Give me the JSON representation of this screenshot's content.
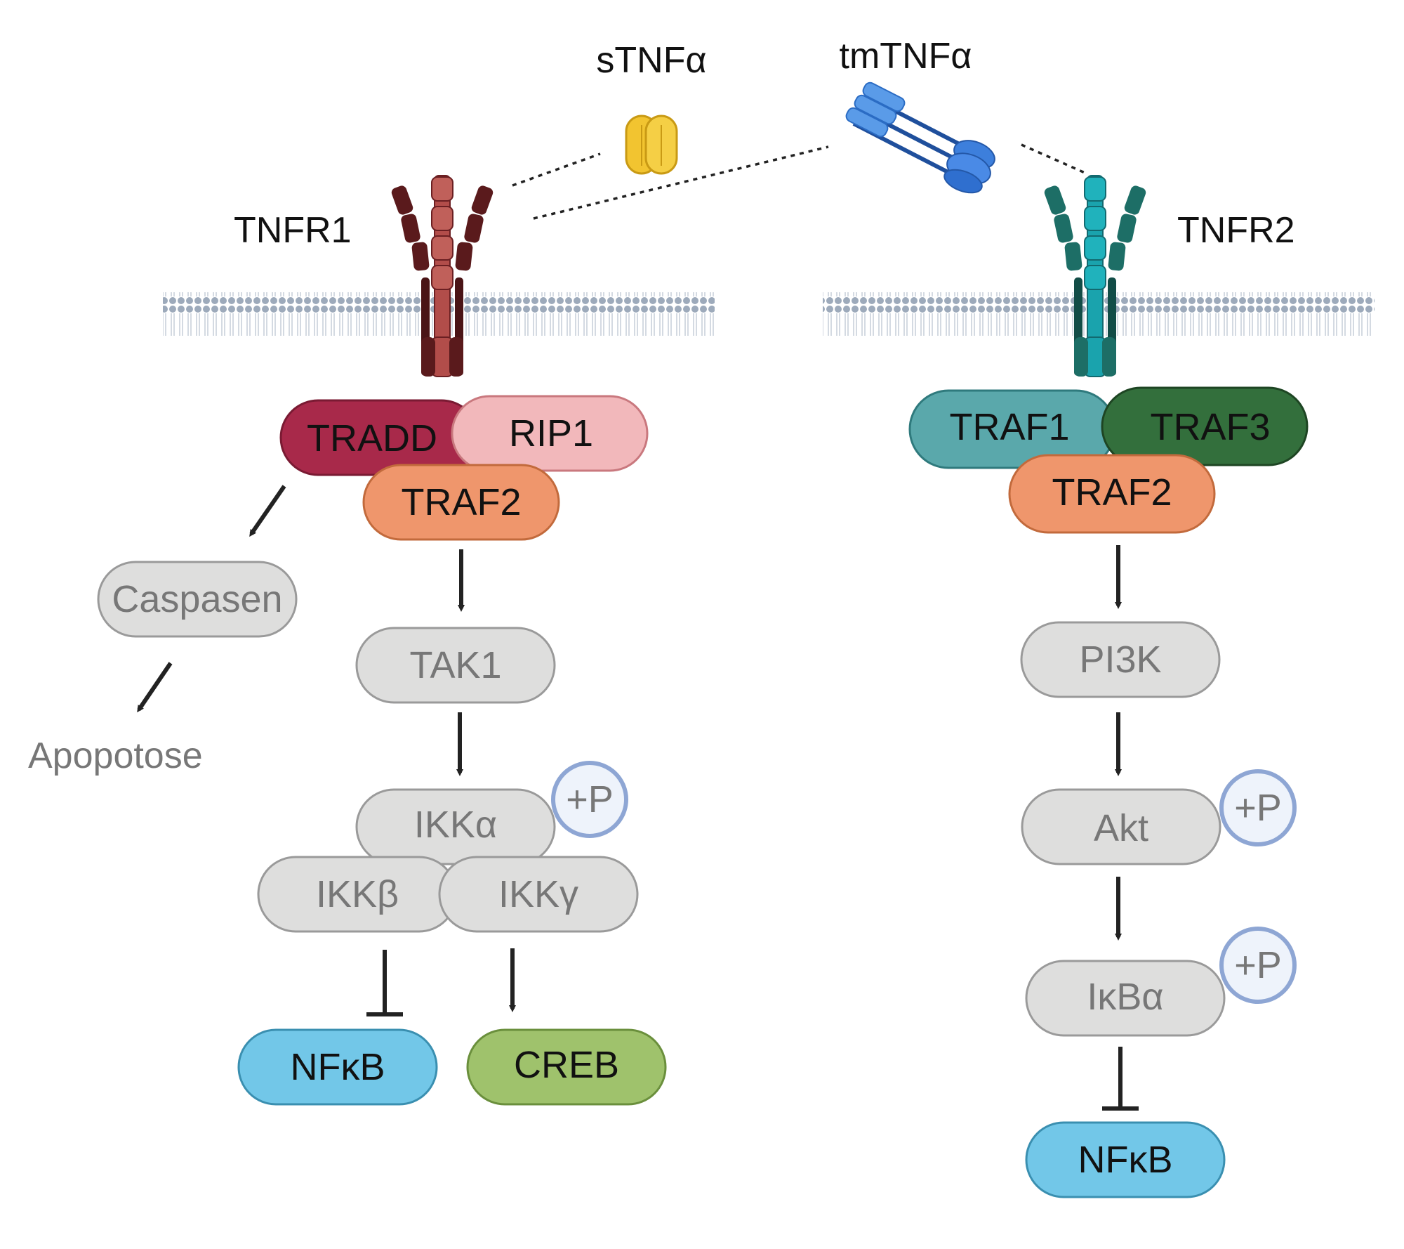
{
  "ligands": {
    "soluble": "sTNFα",
    "transmembrane": "tmTNFα"
  },
  "receptors": {
    "left": "TNFR1",
    "right": "TNFR2"
  },
  "tnfr1_pathway": {
    "tradd": "TRADD",
    "rip1": "RIP1",
    "traf2": "TRAF2",
    "caspasen": "Caspasen",
    "apoptose": "Apopotose",
    "tak1": "TAK1",
    "ikka": "IKKα",
    "ikkb": "IKKβ",
    "ikkg": "IKKγ",
    "phospho": "+P",
    "nfkb": "NFκB",
    "creb": "CREB"
  },
  "tnfr2_pathway": {
    "traf1": "TRAF1",
    "traf3": "TRAF3",
    "traf2": "TRAF2",
    "pi3k": "PI3K",
    "akt": "Akt",
    "akt_phospho": "+P",
    "ikba": "IκBα",
    "ikba_phospho": "+P",
    "nfkb": "NFκB"
  },
  "colors": {
    "tradd": "#a8294a",
    "rip1": "#f2b8bb",
    "traf2": "#ef966c",
    "traf1": "#5aa8ab",
    "traf3": "#336f3c",
    "grey_protein": "#dededd",
    "nfkb": "#72c7e8",
    "creb": "#9fc26c",
    "tnfr1": "#6b1f22",
    "tnfr2": "#1d6e66",
    "stnfa": "#f2c430",
    "tmtnfa": "#3d7fdc",
    "phospho_ring": "#8ea6d4",
    "membrane": "#9daabb"
  }
}
